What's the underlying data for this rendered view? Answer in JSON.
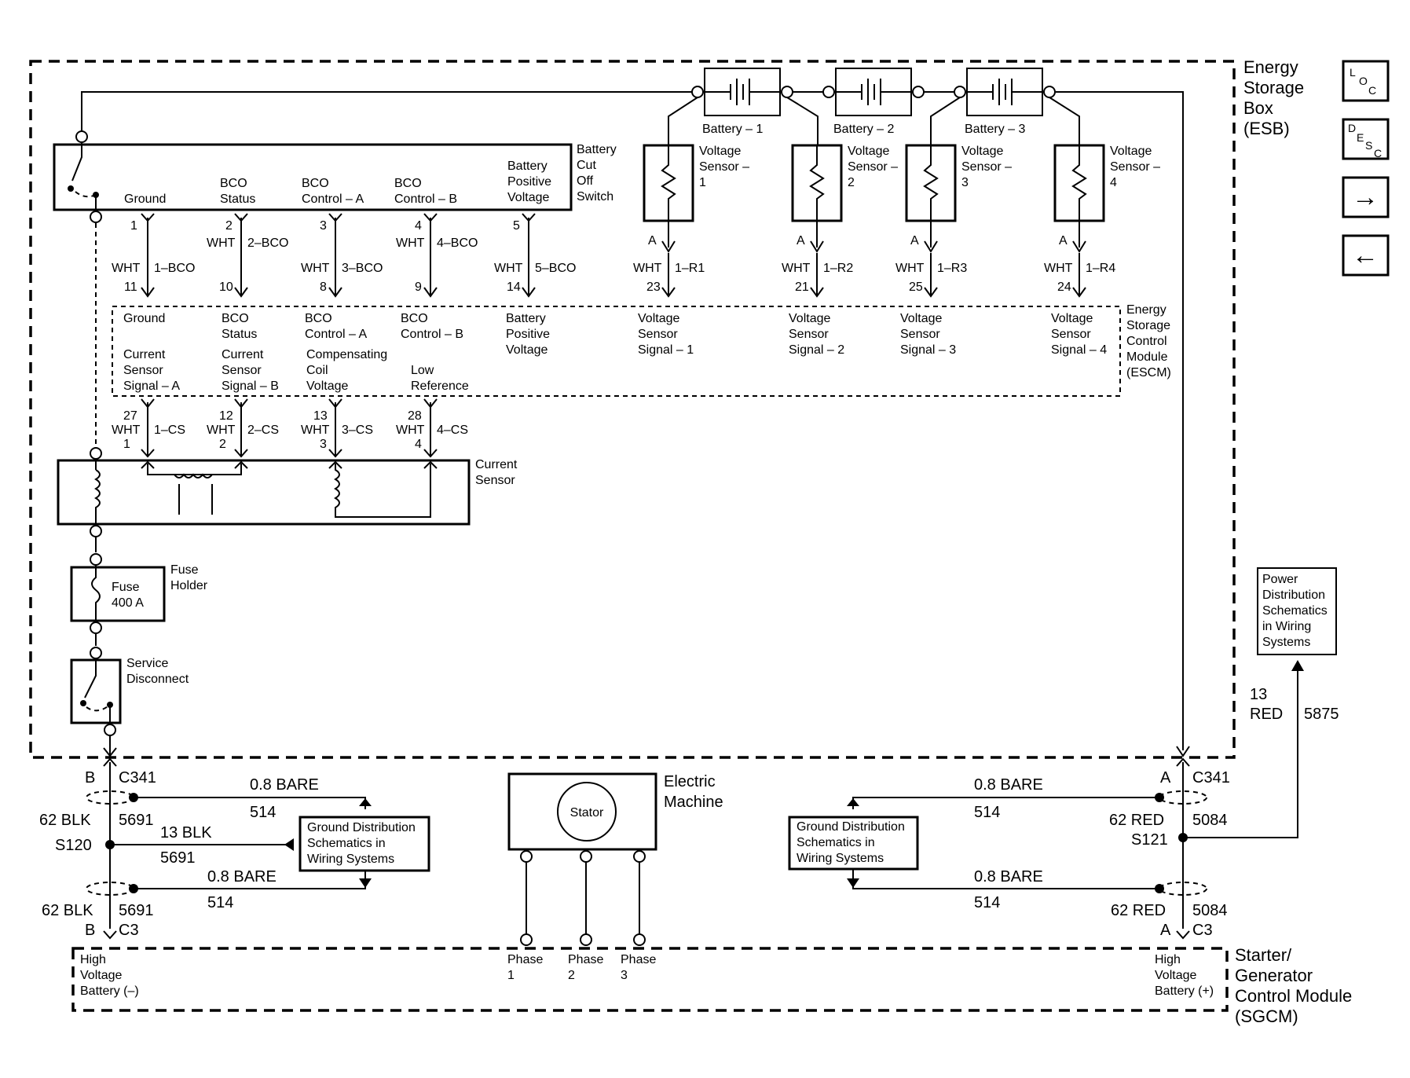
{
  "esb": {
    "label": [
      "Energy",
      "Storage",
      "Box",
      "(ESB)"
    ]
  },
  "escm": {
    "label": [
      "Energy",
      "Storage",
      "Control",
      "Module",
      "(ESCM)"
    ]
  },
  "sgcm": {
    "label": [
      "Starter/",
      "Generator",
      "Control Module",
      "(SGCM)"
    ]
  },
  "nav": {
    "loc": [
      "L",
      "O",
      "C"
    ],
    "desc": [
      "D",
      "E",
      "S",
      "C"
    ],
    "next_arrow": "→",
    "prev_arrow": "←"
  },
  "batteries": [
    "Battery – 1",
    "Battery – 2",
    "Battery – 3"
  ],
  "voltage_sensors": [
    {
      "label": [
        "Voltage",
        "Sensor –",
        "1"
      ],
      "pin": "A",
      "wire": "1–R1",
      "color": "WHT",
      "escm_pin": "23",
      "signal": [
        "Voltage",
        "Sensor",
        "Signal – 1"
      ]
    },
    {
      "label": [
        "Voltage",
        "Sensor –",
        "2"
      ],
      "pin": "A",
      "wire": "1–R2",
      "color": "WHT",
      "escm_pin": "21",
      "signal": [
        "Voltage",
        "Sensor",
        "Signal – 2"
      ]
    },
    {
      "label": [
        "Voltage",
        "Sensor –",
        "3"
      ],
      "pin": "A",
      "wire": "1–R3",
      "color": "WHT",
      "escm_pin": "25",
      "signal": [
        "Voltage",
        "Sensor",
        "Signal – 3"
      ]
    },
    {
      "label": [
        "Voltage",
        "Sensor –",
        "4"
      ],
      "pin": "A",
      "wire": "1–R4",
      "color": "WHT",
      "escm_pin": "24",
      "signal": [
        "Voltage",
        "Sensor",
        "Signal – 4"
      ]
    }
  ],
  "bco_switch": {
    "label": [
      "Battery",
      "Cut",
      "Off",
      "Switch"
    ],
    "pins": [
      {
        "name": [
          "Ground"
        ],
        "pin": "1",
        "color": "WHT",
        "wire": "1–BCO",
        "escm_pin": "11"
      },
      {
        "name": [
          "BCO",
          "Status"
        ],
        "pin": "2",
        "color": "WHT",
        "wire": "2–BCO",
        "escm_pin": "10"
      },
      {
        "name": [
          "BCO",
          "Control – A"
        ],
        "pin": "3",
        "color": "WHT",
        "wire": "3–BCO",
        "escm_pin": "8"
      },
      {
        "name": [
          "BCO",
          "Control – B"
        ],
        "pin": "4",
        "color": "WHT",
        "wire": "4–BCO",
        "escm_pin": "9"
      },
      {
        "name": [
          "Battery",
          "Positive",
          "Voltage"
        ],
        "pin": "5",
        "color": "WHT",
        "wire": "5–BCO",
        "escm_pin": "14"
      }
    ]
  },
  "escm_top_labels": [
    [
      "Ground"
    ],
    [
      "BCO",
      "Status"
    ],
    [
      "BCO",
      "Control – A"
    ],
    [
      "BCO",
      "Control – B"
    ],
    [
      "Battery",
      "Positive",
      "Voltage"
    ]
  ],
  "escm_bottom_labels": [
    [
      "Current",
      "Sensor",
      "Signal – A"
    ],
    [
      "Current",
      "Sensor",
      "Signal – B"
    ],
    [
      "Compensating",
      "Coil",
      "Voltage"
    ],
    [
      "Low",
      "Reference"
    ]
  ],
  "cs_wires": [
    {
      "escm_pin": "27",
      "color": "WHT",
      "wire": "1–CS",
      "pin": "1"
    },
    {
      "escm_pin": "12",
      "color": "WHT",
      "wire": "2–CS",
      "pin": "2"
    },
    {
      "escm_pin": "13",
      "color": "WHT",
      "wire": "3–CS",
      "pin": "3"
    },
    {
      "escm_pin": "28",
      "color": "WHT",
      "wire": "4–CS",
      "pin": "4"
    }
  ],
  "current_sensor": {
    "label": [
      "Current",
      "Sensor"
    ]
  },
  "fuse": {
    "inner": [
      "Fuse",
      "400 A"
    ],
    "label": [
      "Fuse",
      "Holder"
    ]
  },
  "service_disconnect": {
    "label": [
      "Service",
      "Disconnect"
    ]
  },
  "pdist": {
    "label": [
      "Power",
      "Distribution",
      "Schematics",
      "in Wiring",
      "Systems"
    ],
    "gauge": "13",
    "color": "RED",
    "circuit": "5875"
  },
  "neg_side": {
    "pin_top": "B",
    "conn_top": "C341",
    "wire_top": {
      "gauge": "62 BLK",
      "circuit": "5691"
    },
    "splice": "S120",
    "branch1": {
      "label": "0.8 BARE",
      "circuit": "514"
    },
    "branch2": {
      "label": "13 BLK",
      "circuit": "5691"
    },
    "branch3": {
      "label": "0.8 BARE",
      "circuit": "514"
    },
    "wire_bot": {
      "gauge": "62 BLK",
      "circuit": "5691"
    },
    "pin_bot": "B",
    "conn_bot": "C3",
    "ground_ref": [
      "Ground Distribution",
      "Schematics in",
      "Wiring Systems"
    ]
  },
  "pos_side": {
    "pin_top": "A",
    "conn_top": "C341",
    "wire_top": {
      "gauge": "62 RED",
      "circuit": "5084"
    },
    "splice": "S121",
    "branch1": {
      "label": "0.8 BARE",
      "circuit": "514"
    },
    "branch3": {
      "label": "0.8 BARE",
      "circuit": "514"
    },
    "wire_bot": {
      "gauge": "62 RED",
      "circuit": "5084"
    },
    "pin_bot": "A",
    "conn_bot": "C3",
    "ground_ref": [
      "Ground Distribution",
      "Schematics in",
      "Wiring Systems"
    ]
  },
  "electric_machine": {
    "label": [
      "Electric",
      "Machine"
    ],
    "stator": "Stator"
  },
  "sgcm_pins": {
    "neg": [
      "High",
      "Voltage",
      "Battery (–)"
    ],
    "pos": [
      "High",
      "Voltage",
      "Battery (+)"
    ],
    "phases": [
      [
        "Phase",
        "1"
      ],
      [
        "Phase",
        "2"
      ],
      [
        "Phase",
        "3"
      ]
    ]
  }
}
